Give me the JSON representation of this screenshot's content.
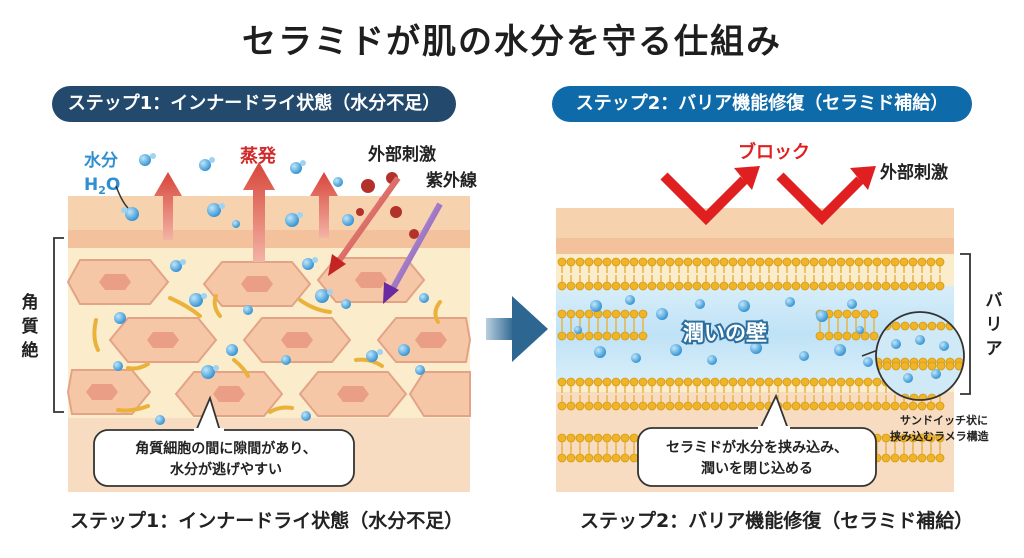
{
  "title": "セラミドが肌の水分を守る仕組み",
  "step1": {
    "header": "ステップ1：インナードライ状態（水分不足）",
    "caption": "ステップ1：インナードライ状態（水分不足）",
    "label_water": "水分",
    "label_h2o_h": "H",
    "label_h2o_sub": "2",
    "label_h2o_o": "O",
    "label_evaporation": "蒸発",
    "label_external": "外部刺激",
    "label_uv": "紫外線",
    "side_label": [
      "角",
      "質",
      "絶"
    ],
    "callout": [
      "角質細胞の間に隙間があり、",
      "水分が逃げやすい"
    ]
  },
  "step2": {
    "header": "ステップ2：バリア機能修復（セラミド補給）",
    "caption": "ステップ2：バリア機能修復（セラミド補給）",
    "label_block": "ブロック",
    "label_external": "外部刺激",
    "wall_label": "潤いの壁",
    "side_label": [
      "バ",
      "リ",
      "ア"
    ],
    "callout": [
      "セラミドが水分を挟み込み、",
      "潤いを閉じ込める"
    ],
    "zoom_note": [
      "サンドイッチ状に",
      "挟み込むラメラ構造"
    ]
  },
  "colors": {
    "evaporation_red": "#d02a2a",
    "block_red": "#e02020",
    "arrow_blue": "#2f6a96",
    "water_blue": "#3fa0d8",
    "lipid_yellow": "#f0b428",
    "skin_peach": "#f7d4b0"
  }
}
